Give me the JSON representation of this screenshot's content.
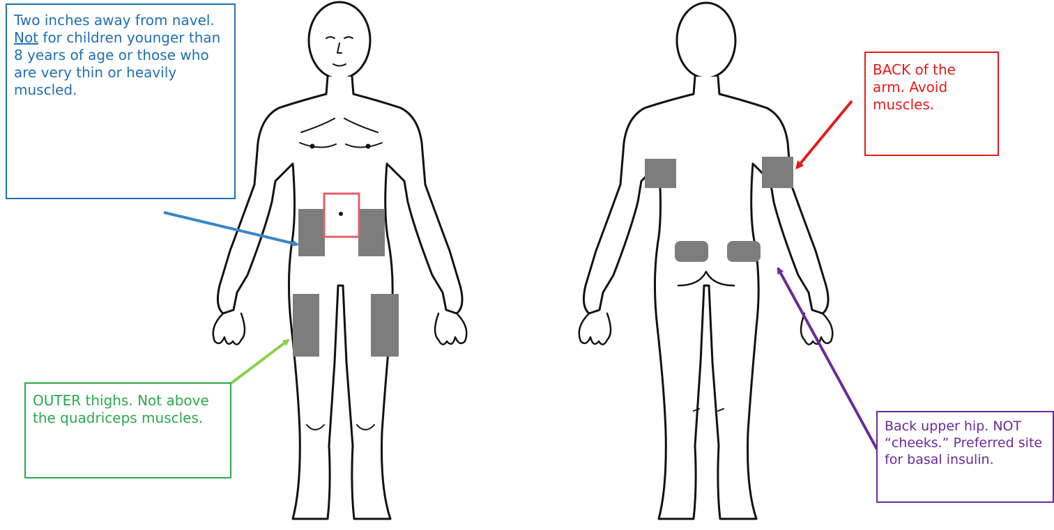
{
  "callouts": {
    "abdomen": {
      "line1": "Two inches away from navel.",
      "not_word": "Not",
      "rest": "for children younger than 8 years of age or those who are very thin or heavily muscled.",
      "color": "#1f6fb2"
    },
    "arm": {
      "text": "BACK of the arm. Avoid muscles.",
      "color": "#e51a1a"
    },
    "thigh": {
      "text": "OUTER thighs. Not above the quadriceps muscles.",
      "color": "#2aa84a"
    },
    "hip": {
      "text": "Back upper hip. NOT “cheeks.” Preferred site for basal insulin.",
      "color": "#6a2a9a"
    }
  },
  "colors": {
    "site_fill": "#7d7d7d",
    "navel_box": "#e0606a",
    "outline": "#111111"
  }
}
